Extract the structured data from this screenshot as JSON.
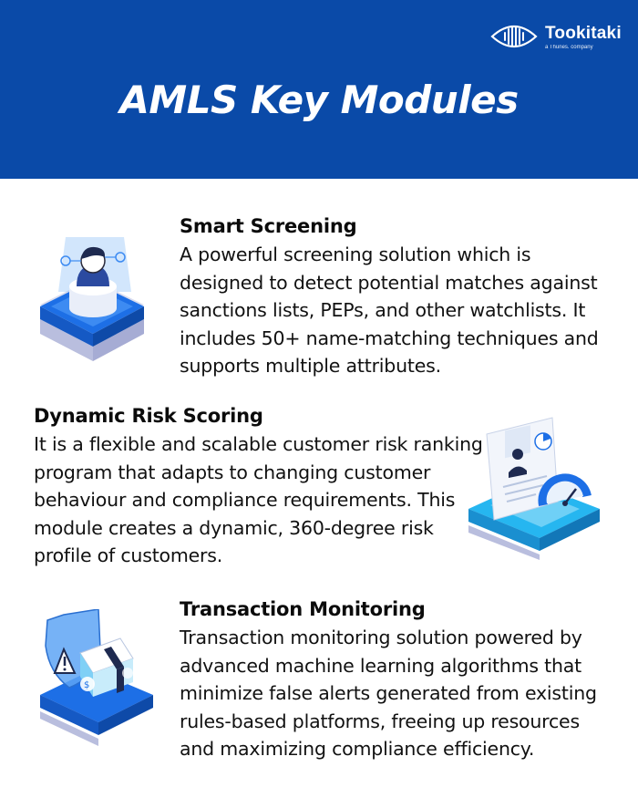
{
  "header": {
    "logo_name": "Tookitaki",
    "logo_tagline": "a Thunes. company",
    "title": "AMLS Key Modules"
  },
  "colors": {
    "header_bg": "#0a4aa8",
    "accent_blue": "#1e6fe0",
    "text": "#0b0b0b"
  },
  "modules": [
    {
      "heading": "Smart Screening",
      "illustration": "screening-person-icon",
      "lines": [
        "A powerful screening solution which is",
        "designed to detect potential matches against",
        "sanctions lists, PEPs, and other watchlists. It",
        "includes 50+ name-matching techniques and",
        "supports multiple attributes."
      ]
    },
    {
      "heading": "Dynamic Risk Scoring",
      "illustration": "risk-gauge-profile-icon",
      "lines": [
        "It is a flexible and scalable customer risk ranking",
        "program that adapts to changing customer",
        "behaviour and compliance requirements. This",
        "module creates a dynamic, 360-degree risk",
        "profile of customers."
      ]
    },
    {
      "heading": "Transaction Monitoring",
      "illustration": "shield-money-warning-icon",
      "lines": [
        "Transaction monitoring solution powered by",
        "advanced machine learning algorithms that",
        "minimize false alerts generated from existing",
        "rules-based platforms, freeing up resources",
        "and maximizing compliance efficiency."
      ]
    }
  ]
}
